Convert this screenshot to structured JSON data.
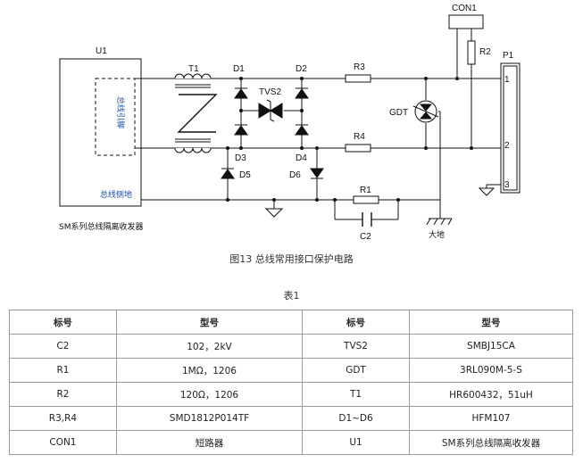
{
  "circuit": {
    "u1_label": "U1",
    "u1_inner_top": "总线引脚",
    "u1_inner_bottom": "总线侧地",
    "u1_caption": "SM系列总线隔离收发器",
    "t1": "T1",
    "d1": "D1",
    "d2": "D2",
    "d3": "D3",
    "d4": "D4",
    "d5": "D5",
    "d6": "D6",
    "tvs2": "TVS2",
    "r3": "R3",
    "r4": "R4",
    "r1": "R1",
    "c2": "C2",
    "r2": "R2",
    "con1": "CON1",
    "gdt": "GDT",
    "p1": "P1",
    "pin1": "1",
    "pin2": "2",
    "pin3": "3",
    "earth": "大地"
  },
  "figure_caption": "图13 总线常用接口保护电路",
  "table_caption": "表1",
  "table": {
    "headers": [
      "标号",
      "型号",
      "标号",
      "型号"
    ],
    "rows": [
      [
        "C2",
        "102，2kV",
        "TVS2",
        "SMBJ15CA"
      ],
      [
        "R1",
        "1MΩ，1206",
        "GDT",
        "3RL090M-5-S"
      ],
      [
        "R2",
        "120Ω，1206",
        "T1",
        "HR600432，51uH"
      ],
      [
        "R3,R4",
        "SMD1812P014TF",
        "D1~D6",
        "HFM107"
      ],
      [
        "CON1",
        "短路器",
        "U1",
        "SM系列总线隔离收发器"
      ]
    ]
  }
}
